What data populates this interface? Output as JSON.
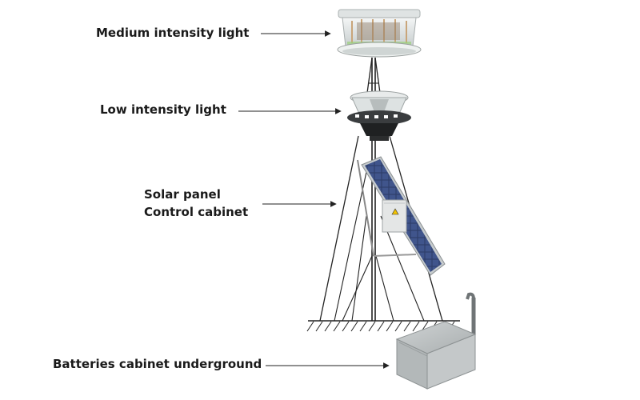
{
  "labels": {
    "medium_light": "Medium intensity light",
    "low_light": "Low intensity light",
    "solar_panel": "Solar panel",
    "control_cabinet": "Control cabinet",
    "batteries": "Batteries cabinet underground"
  },
  "components": [
    {
      "name": "medium intensity light",
      "icon": "beacon-light-icon"
    },
    {
      "name": "low intensity light",
      "icon": "beacon-light-icon"
    },
    {
      "name": "solar panel",
      "icon": "solar-panel-icon"
    },
    {
      "name": "control cabinet",
      "icon": "cabinet-icon"
    },
    {
      "name": "batteries cabinet",
      "icon": "battery-box-icon"
    }
  ],
  "colors": {
    "label_text": "#1a1a1a",
    "line": "#222222",
    "solar_cell": "#33477a",
    "cabinet": "#e2e4e4",
    "battery_box": "#b8bcbd"
  }
}
